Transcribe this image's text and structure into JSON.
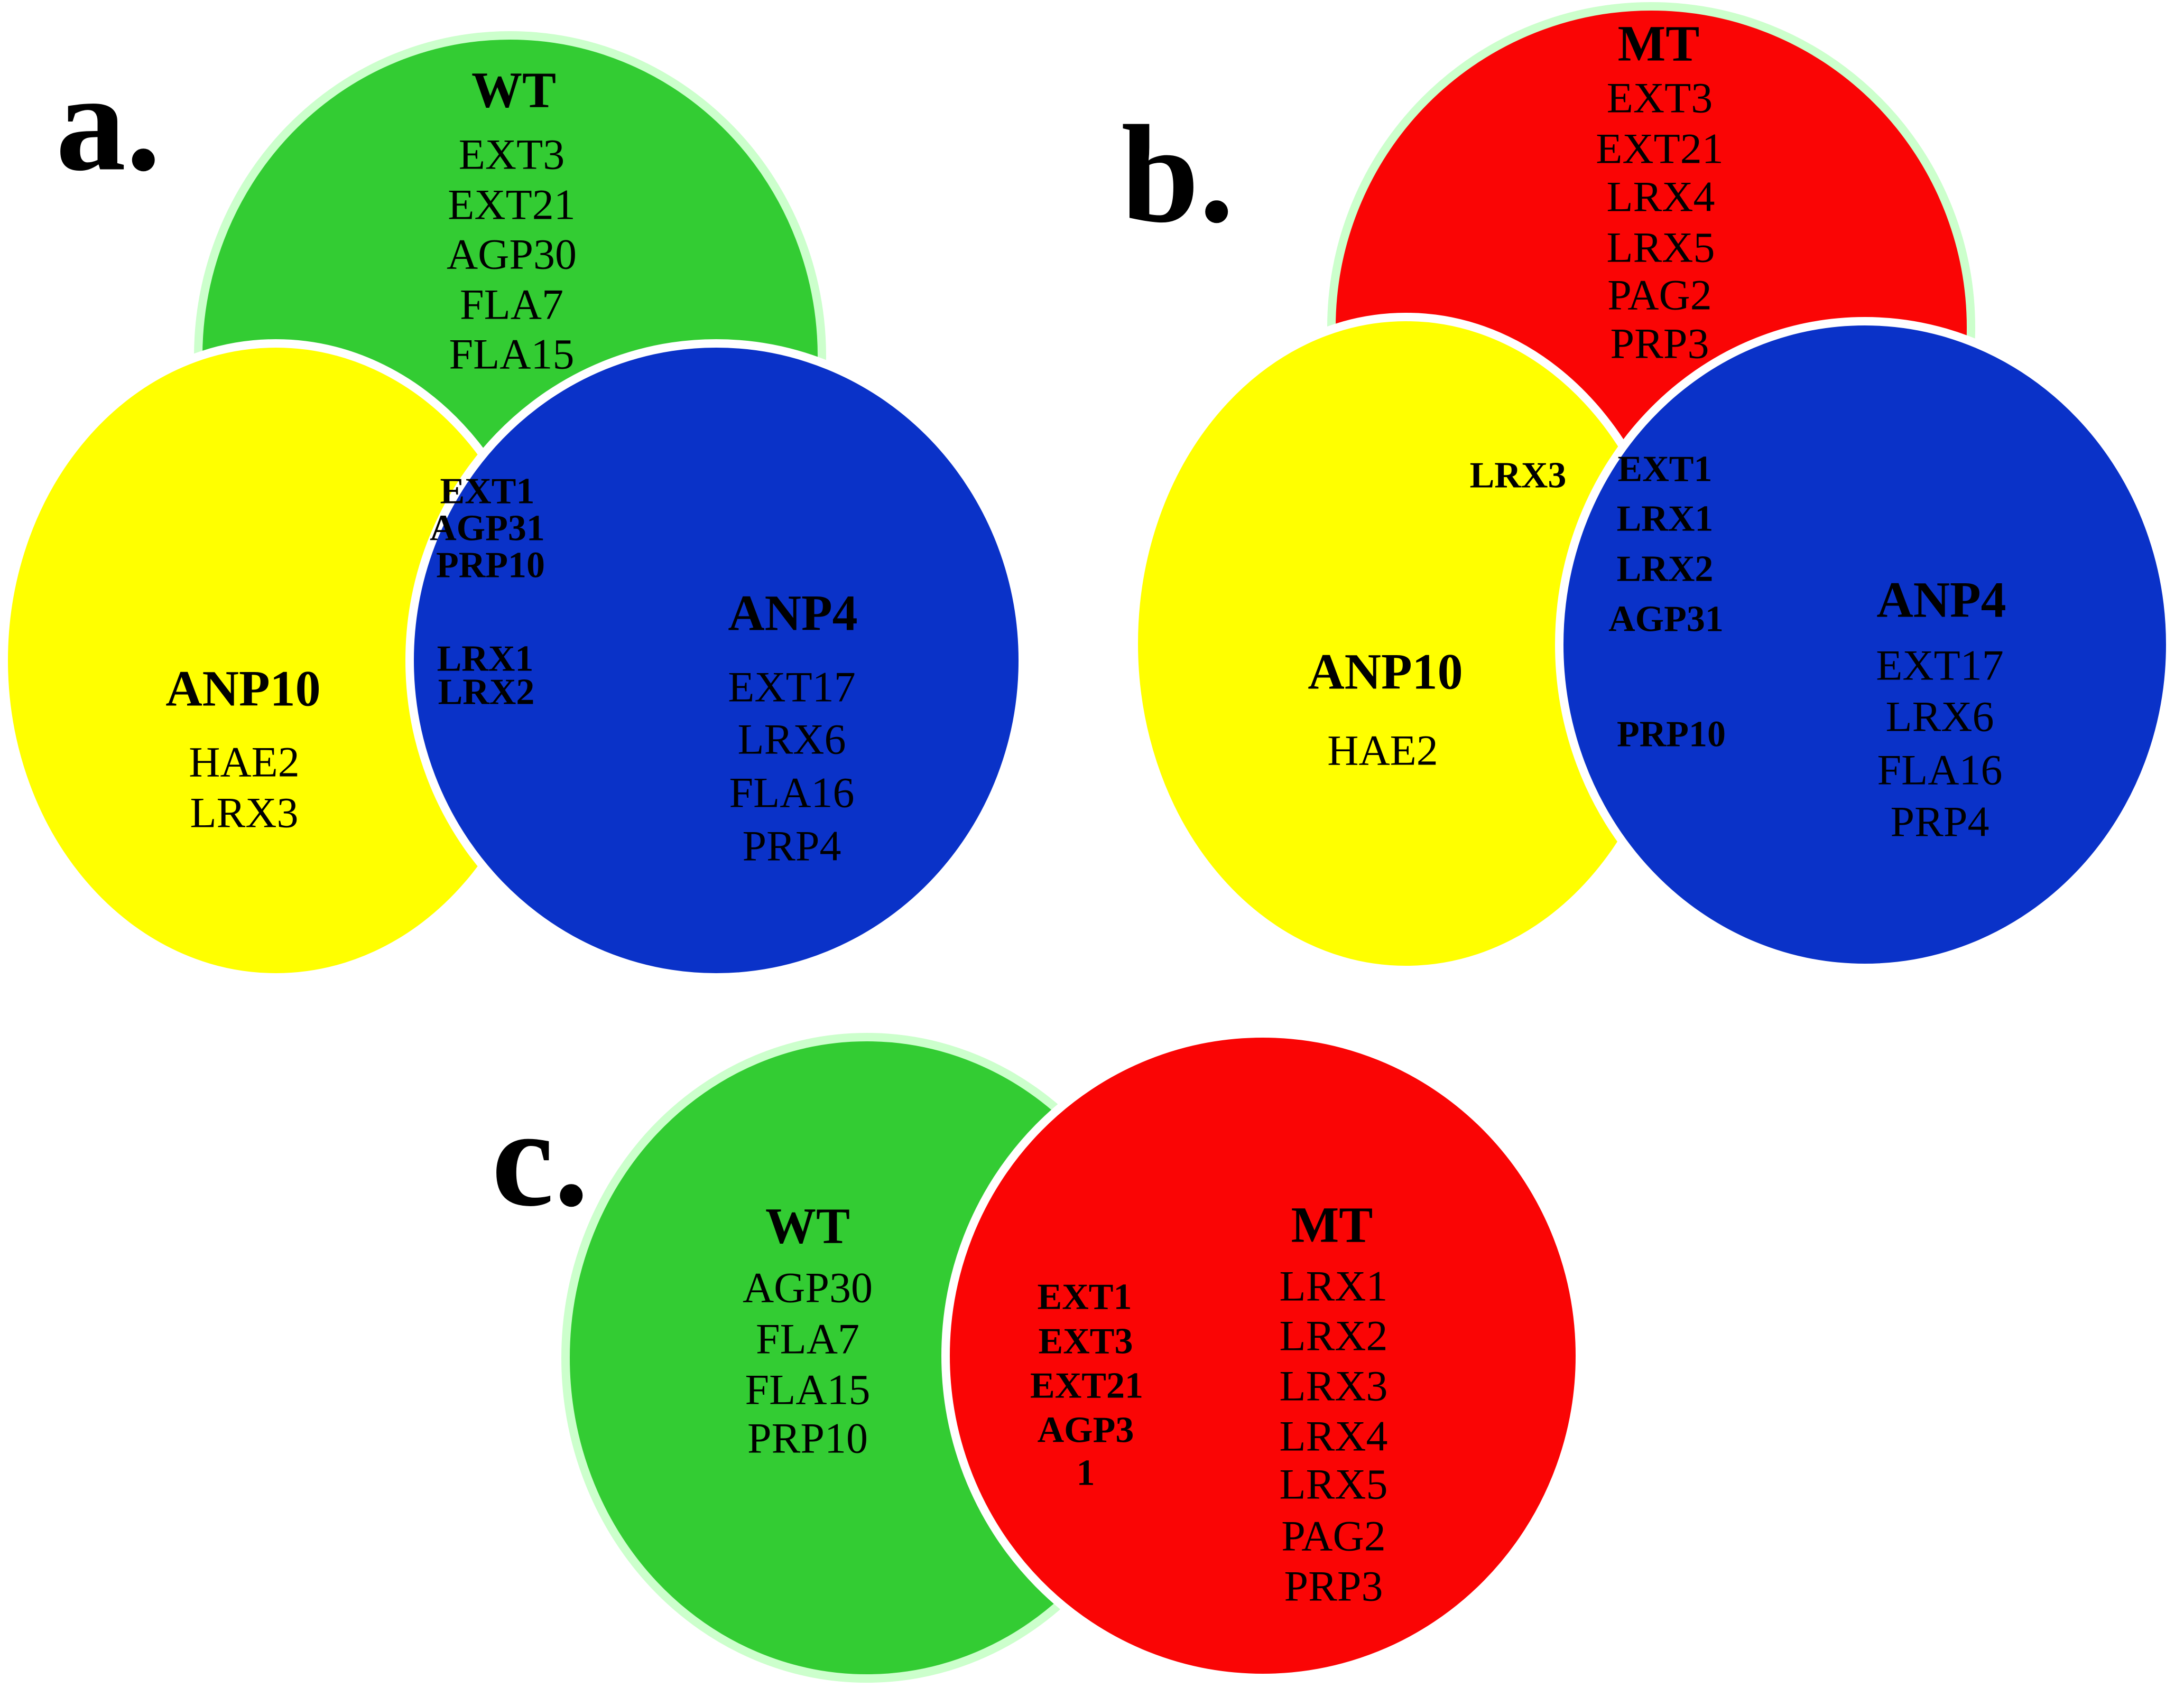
{
  "figure": {
    "type": "venn-diagram",
    "background": "#ffffff",
    "outline_colors": {
      "mint": "#ccffcc",
      "white": "#ffffff"
    },
    "colors": {
      "green": "#33cc33",
      "yellow": "#ffff00",
      "blue": "#0a32c8",
      "red": "#fa0505",
      "text": "#000000"
    }
  },
  "panels": [
    {
      "label": "a.",
      "wt": {
        "title": "WT",
        "items": [
          "EXT3",
          "EXT21",
          "AGP30",
          "FLA7",
          "FLA15"
        ]
      },
      "anp10": {
        "title": "ANP10",
        "items": [
          "HAE2",
          "LRX3"
        ]
      },
      "anp4": {
        "title": "ANP4",
        "items": [
          "EXT17",
          "LRX6",
          "FLA16",
          "PRP4"
        ]
      },
      "overlap": {
        "items": [
          "EXT1",
          "AGP31",
          "PRP10",
          "LRX1",
          "LRX2"
        ]
      }
    },
    {
      "label": "b.",
      "mt": {
        "title": "MT",
        "items": [
          "EXT3",
          "EXT21",
          "LRX4",
          "LRX5",
          "PAG2",
          "PRP3"
        ]
      },
      "anp10": {
        "title": "ANP10",
        "items": [
          "HAE2"
        ],
        "boundary_item": "LRX3"
      },
      "anp4": {
        "title": "ANP4",
        "items": [
          "EXT17",
          "LRX6",
          "FLA16",
          "PRP4"
        ]
      },
      "overlap": {
        "items": [
          "EXT1",
          "LRX1",
          "LRX2",
          "AGP31",
          "PRP10"
        ]
      }
    },
    {
      "label": "c.",
      "wt": {
        "title": "WT",
        "items": [
          "AGP30",
          "FLA7",
          "FLA15",
          "PRP10"
        ]
      },
      "mt": {
        "title": "MT",
        "items": [
          "LRX1",
          "LRX2",
          "LRX3",
          "LRX4",
          "LRX5",
          "PAG2",
          "PRP3"
        ]
      },
      "overlap": {
        "items": [
          "EXT1",
          "EXT3",
          "EXT21",
          "AGP3",
          "1"
        ]
      }
    }
  ]
}
